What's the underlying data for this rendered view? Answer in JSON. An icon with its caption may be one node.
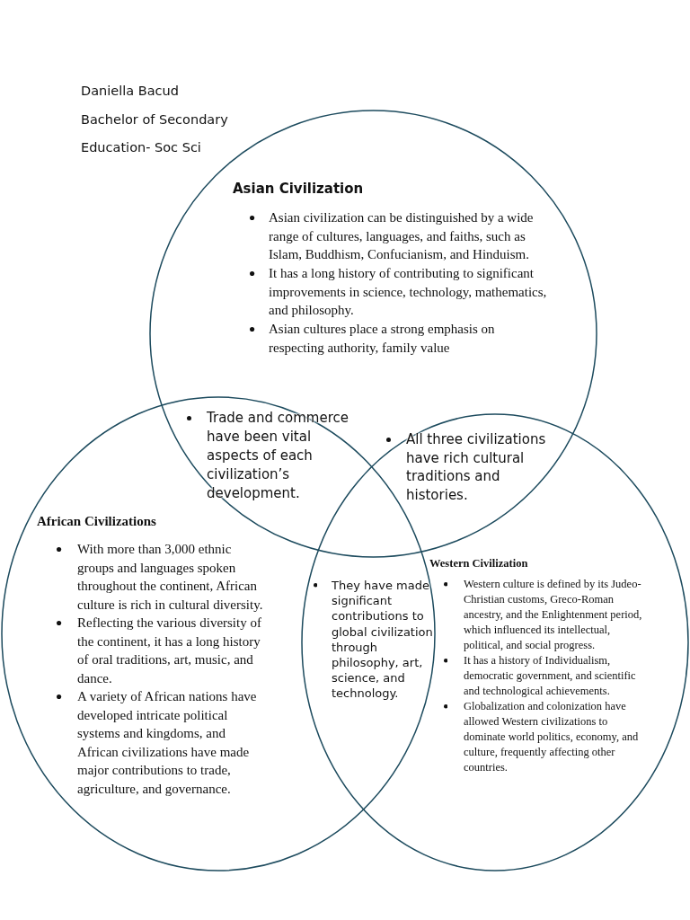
{
  "diagram": {
    "nodes": [
      {
        "text": [
          "Asian Civilization",
          "Asian civilization can be distinguished by a wide range of cultures, languages, and faiths, such as Islam, Buddhism, Confucianism, and Hinduism.",
          "It has a long history of contributing to significant improvements in science, technology, mathematics, and philosophy.",
          "Asian cultures place a strong emphasis on respecting authority, family value"
        ]
      },
      {
        "text": [
          "African Civilizations",
          "With more than 3,000 ethnic groups and languages spoken throughout the continent, African culture is rich in cultural diversity.",
          "Reflecting the various diversity of the continent, it has a long history of oral traditions, art, music, and dance.",
          "A variety of African nations have developed intricate political systems and kingdoms, and African civilizations have made major contributions to trade, agriculture, and governance."
        ]
      },
      {
        "text": [
          "Western Civilization",
          "Western culture is defined by its Judeo-Christian customs, Greco-Roman ancestry, and the Enlightenment period, which influenced its intellectual, political, and social progress.",
          "It has a history of Individualism, democratic government, and scientific and technological achievements.",
          "Globalization and colonization have allowed Western civilizations to dominate world politics, economy, and culture, frequently affecting other countries."
        ]
      }
    ],
    "labels": [
      "Daniella Bacud",
      "Bachelor of Secondary Education- Soc Sci",
      "Trade and commerce have been vital aspects of each civilization’s development.",
      "All three civilizations have rich cultural traditions and histories.",
      "They have made significant contributions to global civilization through philosophy, art, science, and technology."
    ]
  }
}
